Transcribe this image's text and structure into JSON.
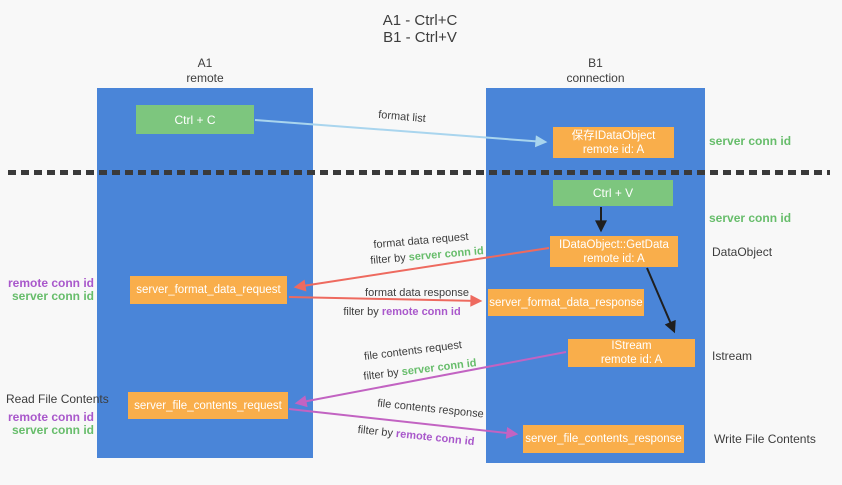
{
  "title": {
    "line1": "A1 - Ctrl+C",
    "line2": "B1 - Ctrl+V"
  },
  "lanes": {
    "left": {
      "header_top": "A1",
      "header_bottom": "remote"
    },
    "right": {
      "header_top": "B1",
      "header_bottom": "connection"
    }
  },
  "colors": {
    "lane_blue": "#4a85d8",
    "node_green": "#7dc67e",
    "node_orange": "#f9ae4b",
    "arrow_light_blue": "#a9d5ee",
    "arrow_red": "#ee6a5f",
    "arrow_magenta": "#c263c2",
    "arrow_black": "#1f1f1f",
    "text_green": "#67bd6b",
    "text_purple": "#a958cb",
    "text_dark": "#3d3d3d"
  },
  "nodes": {
    "ctrl_c": {
      "label": "Ctrl + C"
    },
    "save_dataobject": {
      "line1": "保存IDataObject",
      "line2": "remote id: A"
    },
    "ctrl_v": {
      "label": "Ctrl + V"
    },
    "getdata": {
      "line1": "IDataObject::GetData",
      "line2": "remote id: A"
    },
    "format_request": {
      "label": "server_format_data_request"
    },
    "format_response": {
      "label": "server_format_data_response"
    },
    "istream": {
      "line1": "IStream",
      "line2": "remote id: A"
    },
    "file_request": {
      "label": "server_file_contents_request"
    },
    "file_response": {
      "label": "server_file_contents_response"
    }
  },
  "edge_labels": {
    "format_list": "format list",
    "format_data_request": "format data request",
    "format_data_response": "format data response",
    "file_contents_request": "file contents request",
    "file_contents_response": "file contents response",
    "filter_by": "filter by ",
    "server_conn_id": "server conn id",
    "remote_conn_id": "remote conn id"
  },
  "annotations": {
    "left": {
      "remote_conn_id_1": "remote conn id",
      "server_conn_id_1": "server conn id",
      "read_file_contents": "Read File Contents",
      "remote_conn_id_2": "remote conn id",
      "server_conn_id_2": "server conn id"
    },
    "right": {
      "server_conn_id_1": "server conn id",
      "server_conn_id_2": "server conn id",
      "dataobject": "DataObject",
      "istream": "Istream",
      "write_file_contents": "Write File Contents"
    }
  }
}
